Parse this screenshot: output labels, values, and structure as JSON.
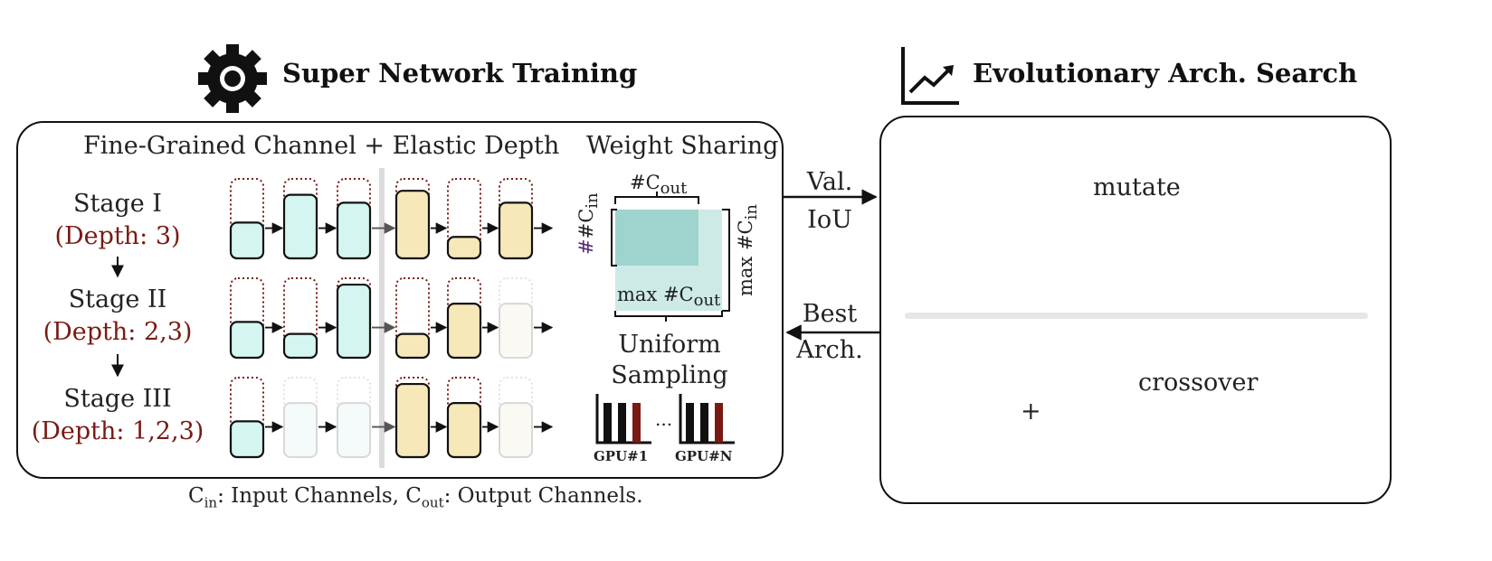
{
  "headers": {
    "left_title": "Super Network Training",
    "right_title": "Evolutionary Arch. Search"
  },
  "left_panel": {
    "title": "Fine-Grained Channel + Elastic Depth",
    "stages": [
      {
        "name": "Stage I",
        "depth": "(Depth: 3)"
      },
      {
        "name": "Stage II",
        "depth": "(Depth: 2,3)"
      },
      {
        "name": "Stage III",
        "depth": "(Depth: 1,2,3)"
      }
    ],
    "weight_sharing": {
      "title": "Weight Sharing",
      "cout_label": "#C",
      "cout_sub": "out",
      "cin_label": "#C",
      "cin_sub": "in",
      "max_cout_label": "max #C",
      "max_cout_sub": "out",
      "max_cin_label": "max #C",
      "max_cin_sub": "in"
    },
    "uniform_sampling": {
      "line1": "Uniform",
      "line2": "Sampling",
      "gpu_first": "GPU#1",
      "gpu_last": "GPU#N",
      "ellipsis": "..."
    }
  },
  "caption": {
    "cin": "C",
    "cin_sub": "in",
    "cin_text": ": Input Channels, ",
    "cout": "C",
    "cout_sub": "out",
    "cout_text": ": Output Channels."
  },
  "arrows": {
    "to_search_line1": "Val.",
    "to_search_line2": "IoU",
    "to_training_line1": "Best",
    "to_training_line2": "Arch."
  },
  "right_panel": {
    "mutate_label": "mutate",
    "crossover_label": "crossover",
    "plus": "+"
  },
  "colors": {
    "cyan_block": "#d5f5f1",
    "yellow_block": "#f6e8b8",
    "green_block": "#dff0c4",
    "blue_block": "#c5d6ea",
    "slate_block": "#bcc8d8",
    "dotted_red": "#7a1a14",
    "matrix_dark": "#9fd3cd",
    "matrix_light": "#cdeae6",
    "gpu_red": "#7a1a14"
  }
}
